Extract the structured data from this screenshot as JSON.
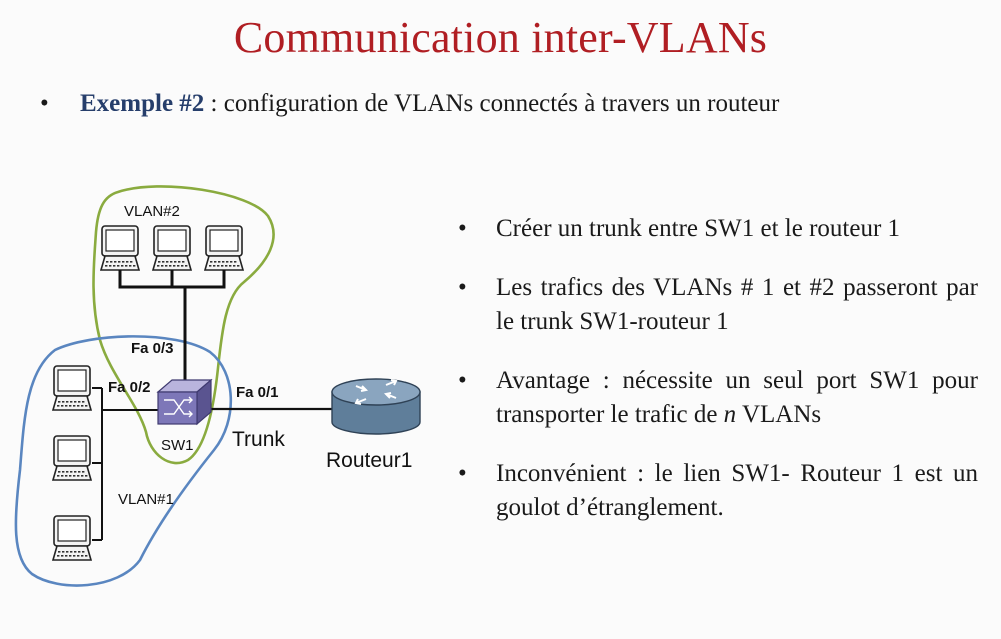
{
  "title": "Communication inter-VLANs",
  "intro": {
    "bullet": "•",
    "strong": "Exemple #2",
    "rest": " : configuration de VLANs connectés à travers un routeur"
  },
  "diagram": {
    "vlan2_label": "VLAN#2",
    "vlan1_label": "VLAN#1",
    "port_fa03": "Fa 0/3",
    "port_fa02": "Fa 0/2",
    "port_fa01": "Fa 0/1",
    "switch_label": "SW1",
    "trunk_label": "Trunk",
    "router_label": "Routeur1",
    "vlan2_color": "#8aab3f",
    "vlan1_color": "#5a86c0"
  },
  "bullets": [
    {
      "bullet": "•",
      "text": "Créer un trunk entre SW1 et le routeur 1"
    },
    {
      "bullet": "•",
      "text": "Les trafics des VLANs # 1 et #2 passeront par le trunk SW1-routeur 1"
    },
    {
      "bullet": "•",
      "before": "Avantage : nécessite un seul port SW1 pour transporter le trafic de ",
      "italic": "n",
      "after": " VLANs"
    },
    {
      "bullet": "•",
      "text": "Inconvénient : le lien SW1- Routeur 1 est un goulot d’étranglement."
    }
  ]
}
